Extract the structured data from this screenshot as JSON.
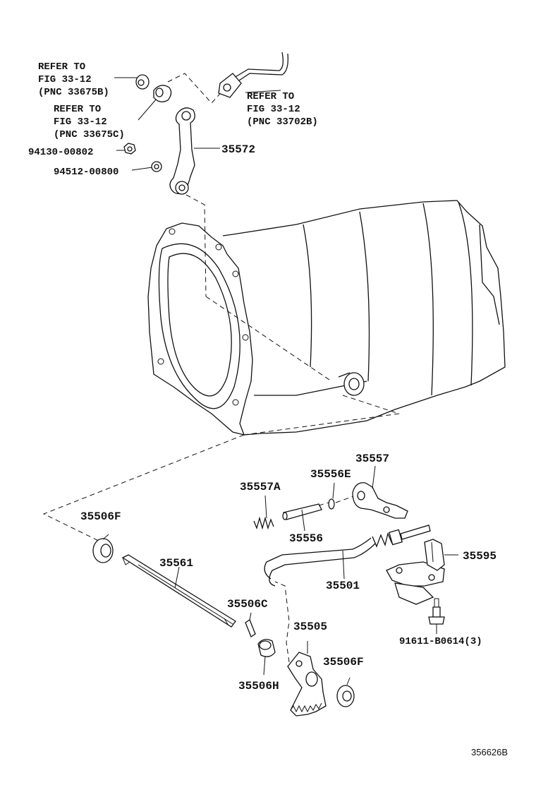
{
  "labels": {
    "ref_33675b": [
      "REFER TO",
      "FIG 33-12",
      "(PNC 33675B)"
    ],
    "ref_33675c": [
      "REFER TO",
      "FIG 33-12",
      "(PNC 33675C)"
    ],
    "ref_33702b": [
      "REFER TO",
      "FIG 33-12",
      "(PNC 33702B)"
    ],
    "nut": "94130-00802",
    "washer": "94512-00800",
    "p35572": "35572",
    "p35557": "35557",
    "p35556e": "35556E",
    "p35557a": "35557A",
    "p35556": "35556",
    "p35506f_a": "35506F",
    "p35561": "35561",
    "p35501": "35501",
    "p35595": "35595",
    "p35506c": "35506C",
    "p35505": "35505",
    "p35506f_b": "35506F",
    "p35506h": "35506H",
    "bolt": "91611-B0614(3)",
    "diagram_code": "356626B"
  }
}
